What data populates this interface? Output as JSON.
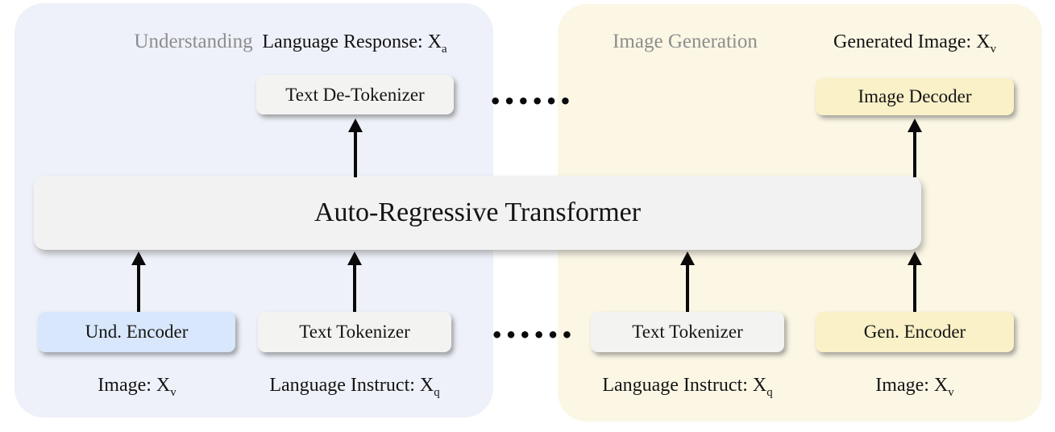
{
  "understanding": {
    "title": "Understanding",
    "response_label": "Language Response: X",
    "response_sub": "a",
    "detokenizer": "Text De-Tokenizer",
    "encoder": "Und. Encoder",
    "encoder_input": "Image: X",
    "encoder_input_sub": "v",
    "tokenizer": "Text Tokenizer",
    "tokenizer_input": "Language Instruct: X",
    "tokenizer_input_sub": "q"
  },
  "generation": {
    "title": "Image Generation",
    "output_label": "Generated Image: X",
    "output_sub": "v",
    "decoder": "Image Decoder",
    "tokenizer": "Text Tokenizer",
    "tokenizer_input": "Language Instruct: X",
    "tokenizer_input_sub": "q",
    "encoder": "Gen. Encoder",
    "encoder_input": "Image: X",
    "encoder_input_sub": "v"
  },
  "transformer": {
    "label": "Auto-Regressive Transformer"
  },
  "ellipsis": "••••••",
  "colors": {
    "left_panel_bg": "#eef1f9",
    "right_panel_bg": "#fcf7e5",
    "bar_bg": "#f2f2f3",
    "gray_box_bg": "#f3f3f1",
    "blue_box_bg": "#d8e7fc",
    "yellow_box_bg": "#faf1c8",
    "section_title_color": "#8d8d8d",
    "text_color": "#141414"
  }
}
